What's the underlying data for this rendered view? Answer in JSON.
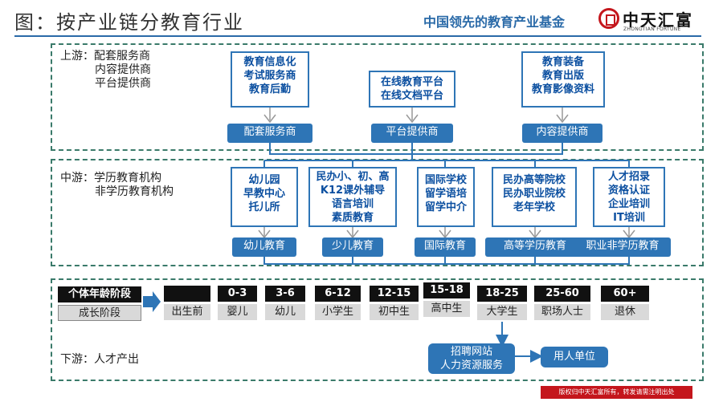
{
  "header": {
    "title": "图：按产业链分教育行业",
    "tagline": "中国领先的教育产业基金",
    "brand_cn": "中天汇富",
    "brand_en": "ZHONGTIAN FORTUNE"
  },
  "upstream": {
    "label_lines": [
      "上游：配套服务商",
      "内容提供商",
      "平台提供商"
    ],
    "boxes": [
      {
        "lines": [
          "教育信息化",
          "考试服务商",
          "教育后勤"
        ],
        "pill": "配套服务商"
      },
      {
        "lines": [
          "在线教育平台",
          "在线文档平台"
        ],
        "pill": "平台提供商"
      },
      {
        "lines": [
          "教育装备",
          "教育出版",
          "教育影像资料"
        ],
        "pill": "内容提供商"
      }
    ]
  },
  "midstream": {
    "label_lines": [
      "中游：学历教育机构",
      "非学历教育机构"
    ],
    "boxes": [
      {
        "lines": [
          "幼儿园",
          "早教中心",
          "托儿所"
        ],
        "pill": "幼儿教育"
      },
      {
        "lines": [
          "民办小、初、高",
          "K12课外辅导",
          "语言培训",
          "素质教育"
        ],
        "pill": "少儿教育"
      },
      {
        "lines": [
          "国际学校",
          "留学语培",
          "留学中介"
        ],
        "pill": "国际教育"
      },
      {
        "lines": [
          "民办高等院校",
          "民办职业院校",
          "老年学校"
        ],
        "pill": "高等学历教育"
      },
      {
        "lines": [
          "人才招录",
          "资格认证",
          "企业培训",
          "IT培训"
        ],
        "pill": "职业非学历教育"
      }
    ]
  },
  "timeline": {
    "age_header": "个体年龄阶段",
    "stage_header": "成长阶段",
    "columns": [
      {
        "age": "",
        "stage": "出生前"
      },
      {
        "age": "0-3",
        "stage": "婴儿"
      },
      {
        "age": "3-6",
        "stage": "幼儿"
      },
      {
        "age": "6-12",
        "stage": "小学生"
      },
      {
        "age": "12-15",
        "stage": "初中生"
      },
      {
        "age": "15-18",
        "stage": "高中生"
      },
      {
        "age": "18-25",
        "stage": "大学生"
      },
      {
        "age": "25-60",
        "stage": "职场人士"
      },
      {
        "age": "60+",
        "stage": "退休"
      }
    ]
  },
  "downstream": {
    "label": "下游：人才产出",
    "recruit_lines": [
      "招聘网站",
      "人力资源服务"
    ],
    "employer": "用人单位"
  },
  "footer": {
    "copyright": "版权归中天汇富所有，转发请需注明出处"
  },
  "colors": {
    "accent": "#2e75b6",
    "brand_red": "#c4161c",
    "dashed": "#3a7a6a"
  }
}
